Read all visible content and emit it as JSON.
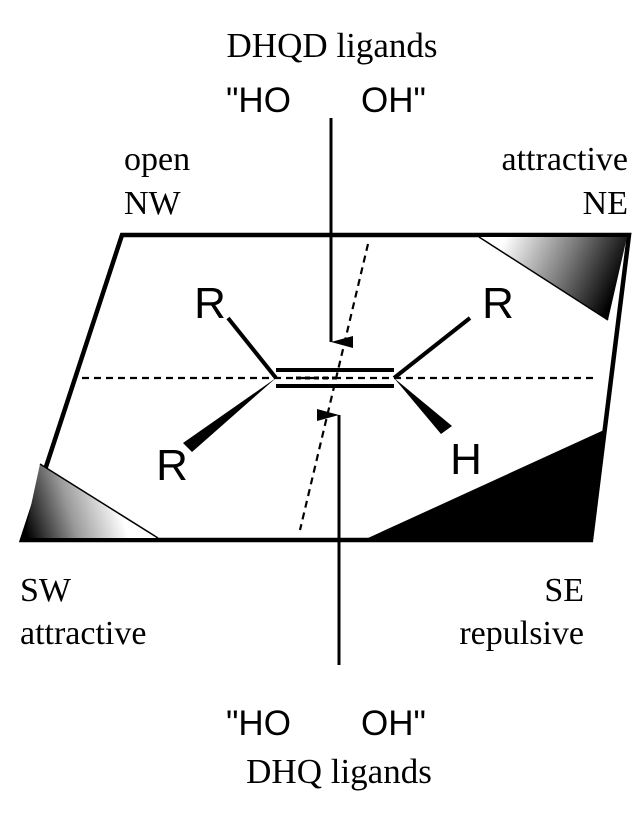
{
  "top": {
    "title": "DHQD ligands",
    "reagent_left": "\"HO",
    "reagent_right": "OH\""
  },
  "bottom": {
    "reagent_left": "\"HO",
    "reagent_right": "OH\"",
    "title": "DHQ ligands"
  },
  "quadrants": {
    "nw": {
      "line1": "open",
      "line2": "NW"
    },
    "ne": {
      "line1": "attractive",
      "line2": "NE"
    },
    "sw": {
      "line1": "SW",
      "line2": "attractive"
    },
    "se": {
      "line1": "SE",
      "line2": "repulsive"
    }
  },
  "substituents": {
    "upper_left": "R",
    "upper_right": "R",
    "lower_left": "R",
    "lower_right": "H"
  },
  "colors": {
    "ink": "#000000",
    "background": "#ffffff"
  }
}
